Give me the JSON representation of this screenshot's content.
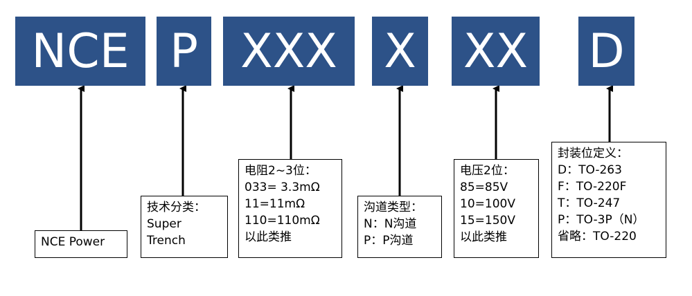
{
  "colors": {
    "box_fill": "#2D5288",
    "arrow": "#000000"
  },
  "segments": [
    {
      "code": "NCE",
      "lines": [
        "NCE Power"
      ]
    },
    {
      "code": "P",
      "lines": [
        "技术分类：",
        "Super",
        "Trench"
      ]
    },
    {
      "code": "XXX",
      "lines": [
        "电阻2~3位：",
        "033= 3.3mΩ",
        "11=11mΩ",
        "110=110mΩ",
        "以此类推"
      ]
    },
    {
      "code": "X",
      "lines": [
        "沟道类型：",
        "N：N沟道",
        "P：P沟道"
      ]
    },
    {
      "code": "XX",
      "lines": [
        "电压2位：",
        "85=85V",
        "10=100V",
        "15=150V",
        "以此类推"
      ]
    },
    {
      "code": "D",
      "lines": [
        "封装位定义：",
        "D：TO-263",
        "F：TO-220F",
        "T：TO-247",
        "P：TO-3P（N）",
        "省略：TO-220"
      ]
    }
  ]
}
